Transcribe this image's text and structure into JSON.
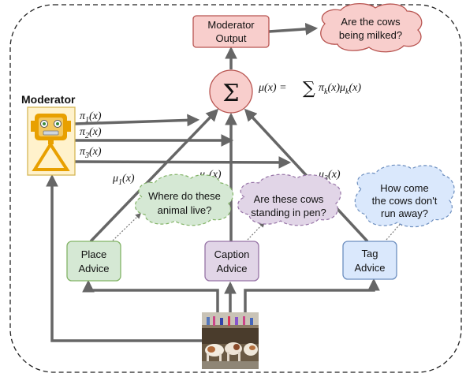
{
  "moderator_title": "Moderator",
  "moderator_output": {
    "line1": "Moderator",
    "line2": "Output"
  },
  "sum_symbol": "Σ",
  "formula": {
    "lhs": "μ(x) =",
    "sum": "∑",
    "rhs": "π",
    "rhs_sub": "k",
    "rhs_mid": "(x)μ",
    "rhs_sub2": "k",
    "rhs_end": "(x)"
  },
  "weights": [
    {
      "sym": "π",
      "sub": "1",
      "arg": "(x)"
    },
    {
      "sym": "π",
      "sub": "2",
      "arg": "(x)"
    },
    {
      "sym": "π",
      "sub": "3",
      "arg": "(x)"
    }
  ],
  "mus": [
    {
      "sym": "μ",
      "sub": "1",
      "arg": "(x)"
    },
    {
      "sym": "μ",
      "sub": "2",
      "arg": "(x)"
    },
    {
      "sym": "μ",
      "sub": "3",
      "arg": "(x)"
    }
  ],
  "advice": [
    {
      "line1": "Place",
      "line2": "Advice"
    },
    {
      "line1": "Caption",
      "line2": "Advice"
    },
    {
      "line1": "Tag",
      "line2": "Advice"
    }
  ],
  "clouds": {
    "output": {
      "line1": "Are the cows",
      "line2": "being milked?"
    },
    "place": {
      "line1": "Where do these",
      "line2": "animal live?"
    },
    "caption": {
      "line1": "Are these cows",
      "line2": "standing in pen?"
    },
    "tag": {
      "line1": "How come",
      "line2": "the cows don't",
      "line3": "run away?"
    }
  },
  "colors": {
    "red_fill": "#f8cecc",
    "red_stroke": "#b85450",
    "green_fill": "#d5e8d4",
    "green_stroke": "#82b366",
    "purple_fill": "#e1d5e7",
    "purple_stroke": "#9673a6",
    "blue_fill": "#dae8fc",
    "blue_stroke": "#6c8ebf",
    "robot_bg": "#fff2cc",
    "robot_gold": "#e8a000",
    "arrow": "#666666"
  }
}
